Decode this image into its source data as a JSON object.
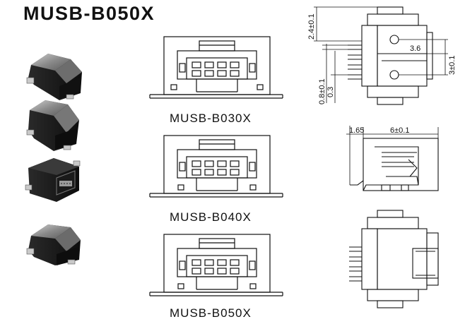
{
  "header": {
    "title": "MUSB-B050X"
  },
  "views": [
    {
      "caption": "MUSB-B030X"
    },
    {
      "caption": "MUSB-B040X"
    },
    {
      "caption": "MUSB-B050X"
    }
  ],
  "dimensions": {
    "d1": "2.4±0.1",
    "d2": "3.6",
    "d3": "3±0.1",
    "d4": "0.8±0.1",
    "d5": "0.3",
    "d6": "1.65",
    "d7": "6±0.1"
  },
  "colors": {
    "line": "#111111",
    "photo_body": "#1c1c1c",
    "photo_shell": "#8a8a8a",
    "photo_tab": "#b9b9b9"
  }
}
